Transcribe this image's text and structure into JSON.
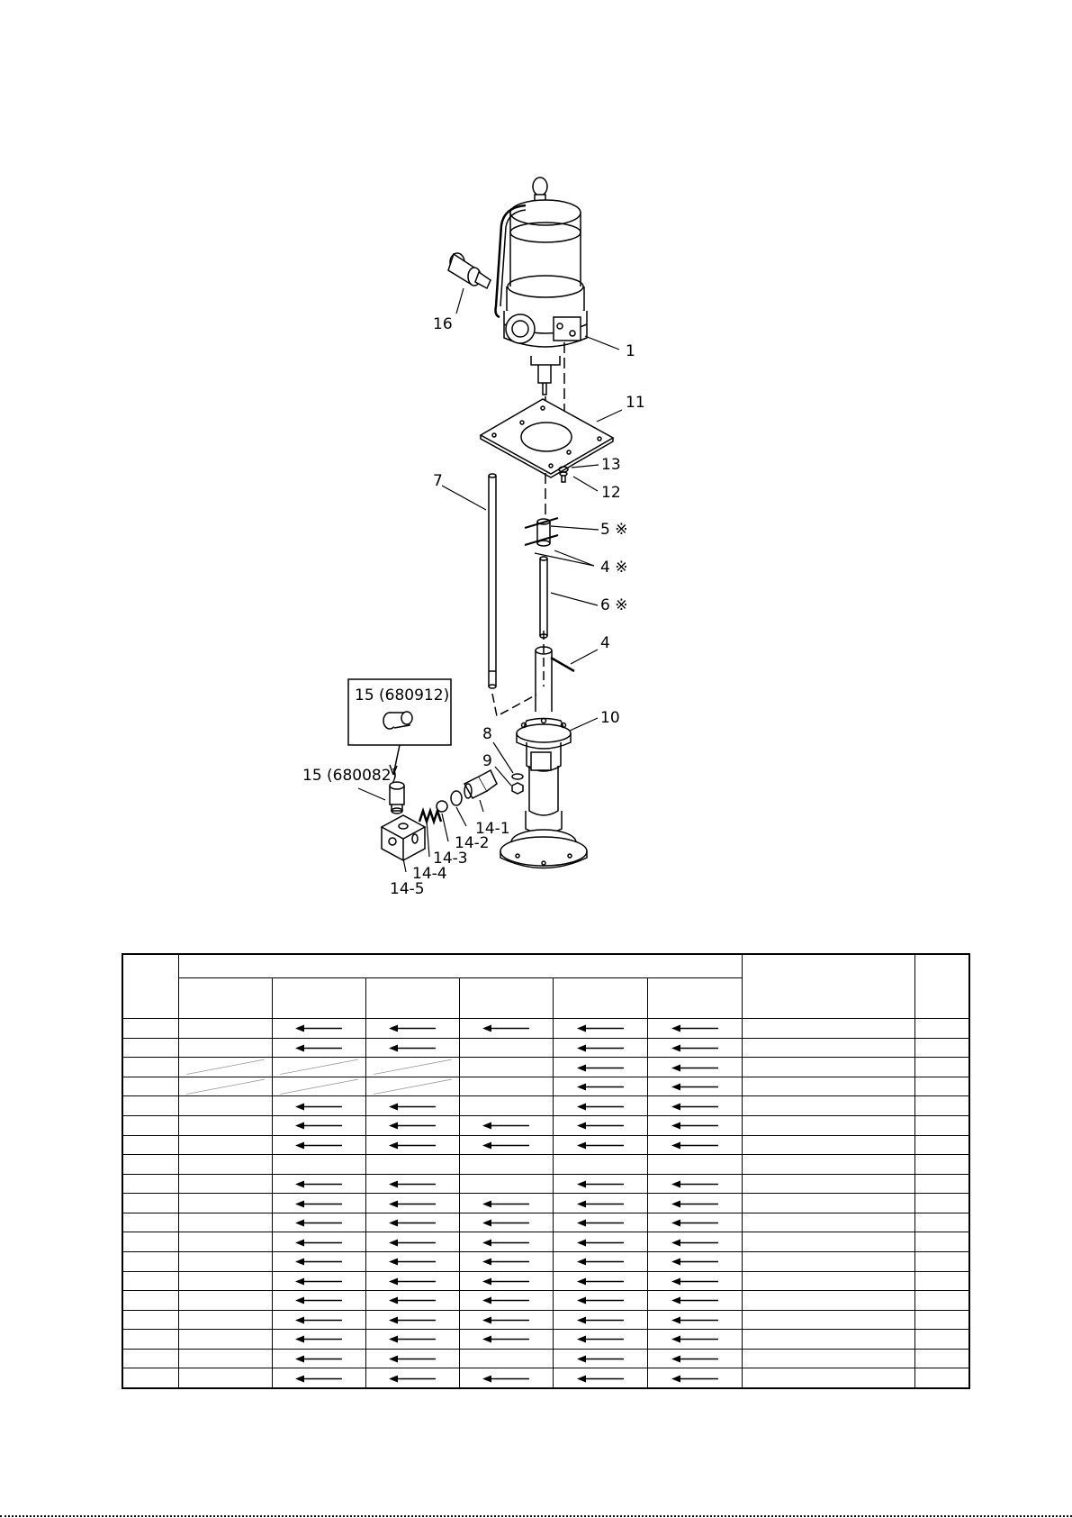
{
  "diagram": {
    "callouts": {
      "c1": "1",
      "c4a": "4 ※",
      "c4b": "4",
      "c5": "5 ※",
      "c6": "6 ※",
      "c7": "7",
      "c8": "8",
      "c9": "9",
      "c10": "10",
      "c11": "11",
      "c12": "12",
      "c13": "13",
      "c14_1": "14-1",
      "c14_2": "14-2",
      "c14_3": "14-3",
      "c14_4": "14-4",
      "c14_5": "14-5",
      "c15a": "15 (680912)",
      "c15b": "15 (680082)",
      "c16": "16"
    }
  },
  "table": {
    "rows": [
      [
        "",
        "arrow",
        "arrow",
        "arrow",
        "arrow",
        "arrow"
      ],
      [
        "",
        "arrow",
        "arrow",
        "",
        "arrow",
        "arrow"
      ],
      [
        "slash",
        "slash",
        "slash",
        "",
        "arrow",
        "arrow"
      ],
      [
        "slash",
        "slash",
        "slash",
        "",
        "arrow",
        "arrow"
      ],
      [
        "",
        "arrow",
        "arrow",
        "",
        "arrow",
        "arrow"
      ],
      [
        "",
        "arrow",
        "arrow",
        "arrow",
        "arrow",
        "arrow"
      ],
      [
        "",
        "arrow",
        "arrow",
        "arrow",
        "arrow",
        "arrow"
      ],
      [
        "",
        "",
        "",
        "",
        "",
        ""
      ],
      [
        "",
        "arrow",
        "arrow",
        "",
        "arrow",
        "arrow"
      ],
      [
        "",
        "arrow",
        "arrow",
        "arrow",
        "arrow",
        "arrow"
      ],
      [
        "",
        "arrow",
        "arrow",
        "arrow",
        "arrow",
        "arrow"
      ],
      [
        "",
        "arrow",
        "arrow",
        "arrow",
        "arrow",
        "arrow"
      ],
      [
        "",
        "arrow",
        "arrow",
        "arrow",
        "arrow",
        "arrow"
      ],
      [
        "",
        "arrow",
        "arrow",
        "arrow",
        "arrow",
        "arrow"
      ],
      [
        "",
        "arrow",
        "arrow",
        "arrow",
        "arrow",
        "arrow"
      ],
      [
        "",
        "arrow",
        "arrow",
        "arrow",
        "arrow",
        "arrow"
      ],
      [
        "",
        "arrow",
        "arrow",
        "arrow",
        "arrow",
        "arrow"
      ],
      [
        "",
        "arrow",
        "arrow",
        "",
        "arrow",
        "arrow"
      ],
      [
        "",
        "arrow",
        "arrow",
        "arrow",
        "arrow",
        "arrow"
      ]
    ]
  },
  "colors": {
    "line": "#000000",
    "background": "#ffffff",
    "shade": "#d9d9d9"
  }
}
